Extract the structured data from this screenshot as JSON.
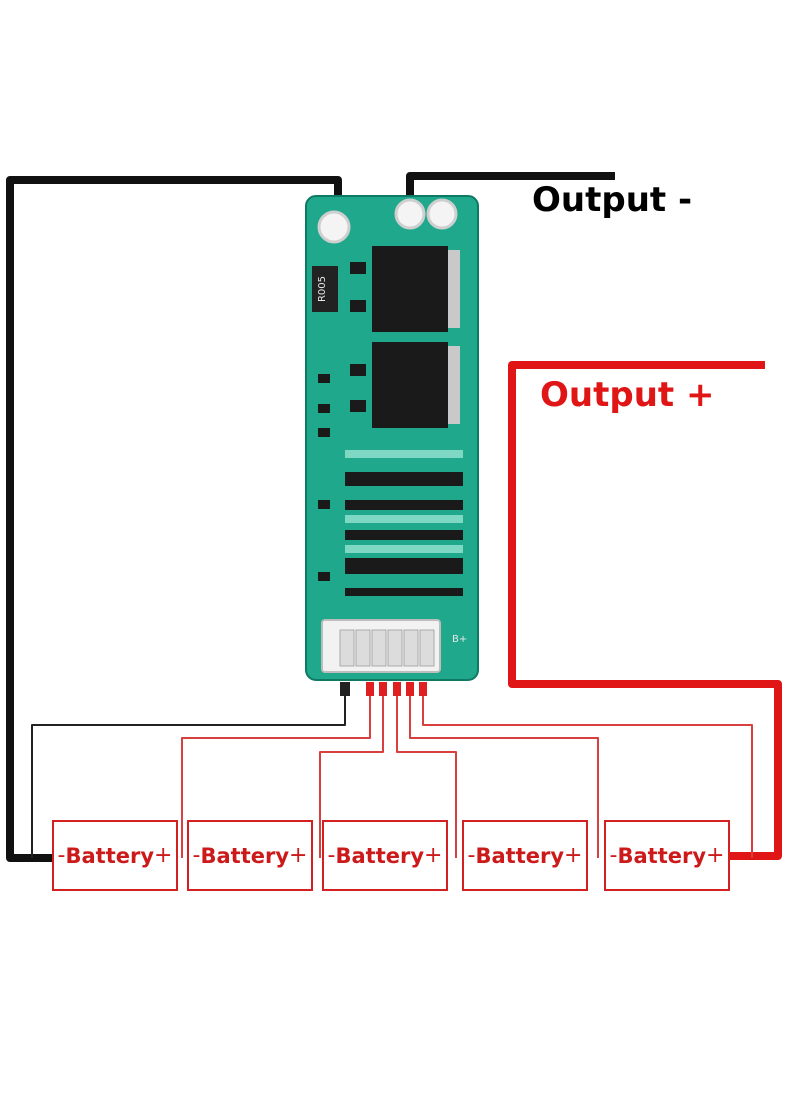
{
  "labels": {
    "output_negative": "Output -",
    "output_positive": "Output +"
  },
  "board": {
    "resistor_marking": "R005",
    "connector_marking": "B+"
  },
  "batteries": [
    {
      "minus": "-",
      "label": "Battery",
      "plus": "+"
    },
    {
      "minus": "-",
      "label": "Battery",
      "plus": "+"
    },
    {
      "minus": "-",
      "label": "Battery",
      "plus": "+"
    },
    {
      "minus": "-",
      "label": "Battery",
      "plus": "+"
    },
    {
      "minus": "-",
      "label": "Battery",
      "plus": "+"
    }
  ],
  "colors": {
    "negative_wire": "#111111",
    "positive_wire": "#e01515",
    "battery_text": "#cc1a1a",
    "thin_wire": "#d84040",
    "pcb": "#1fa88c",
    "mosfet": "#1a1a1a"
  }
}
